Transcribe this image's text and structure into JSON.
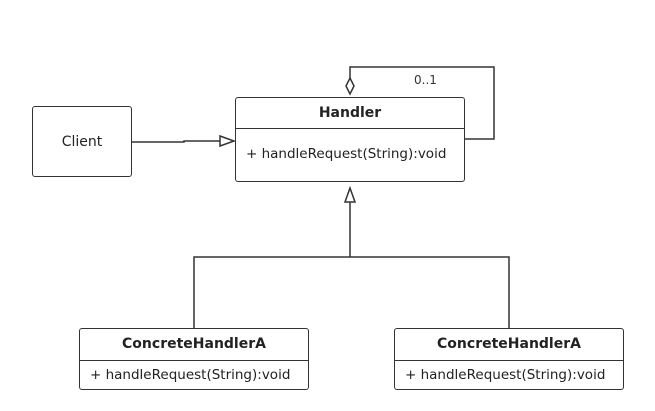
{
  "client": {
    "label": "Client"
  },
  "handler": {
    "name": "Handler",
    "operation": "+ handleRequest(String):void"
  },
  "self_association": {
    "multiplicity": "0..1"
  },
  "concrete_a1": {
    "name": "ConcreteHandlerA",
    "operation": "+ handleRequest(String):void"
  },
  "concrete_a2": {
    "name": "ConcreteHandlerA",
    "operation": "+ handleRequest(String):void"
  },
  "colors": {
    "line": "#333333",
    "background": "#ffffff"
  }
}
